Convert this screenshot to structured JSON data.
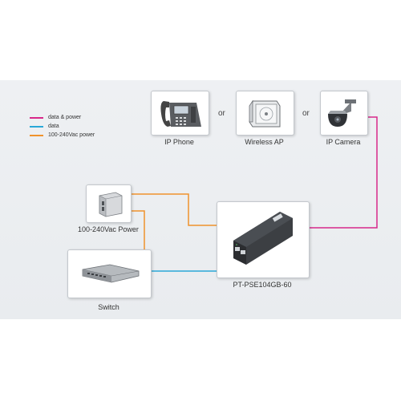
{
  "legend": {
    "items": [
      {
        "label": "data & power",
        "color": "#d8288a"
      },
      {
        "label": "data",
        "color": "#2aa8d8"
      },
      {
        "label": "100-240Vac power",
        "color": "#f0922c"
      }
    ]
  },
  "devices": {
    "ip_phone": "IP Phone",
    "wireless_ap": "Wireless AP",
    "ip_camera": "IP Camera",
    "power": "100-240Vac Power",
    "switch": "Switch",
    "injector": "PT-PSE104GB-60"
  },
  "separators": {
    "or_1": "or",
    "or_2": "or"
  },
  "wire_colors": {
    "data_power": "#d8288a",
    "data": "#2aa8d8",
    "power": "#f0922c"
  }
}
